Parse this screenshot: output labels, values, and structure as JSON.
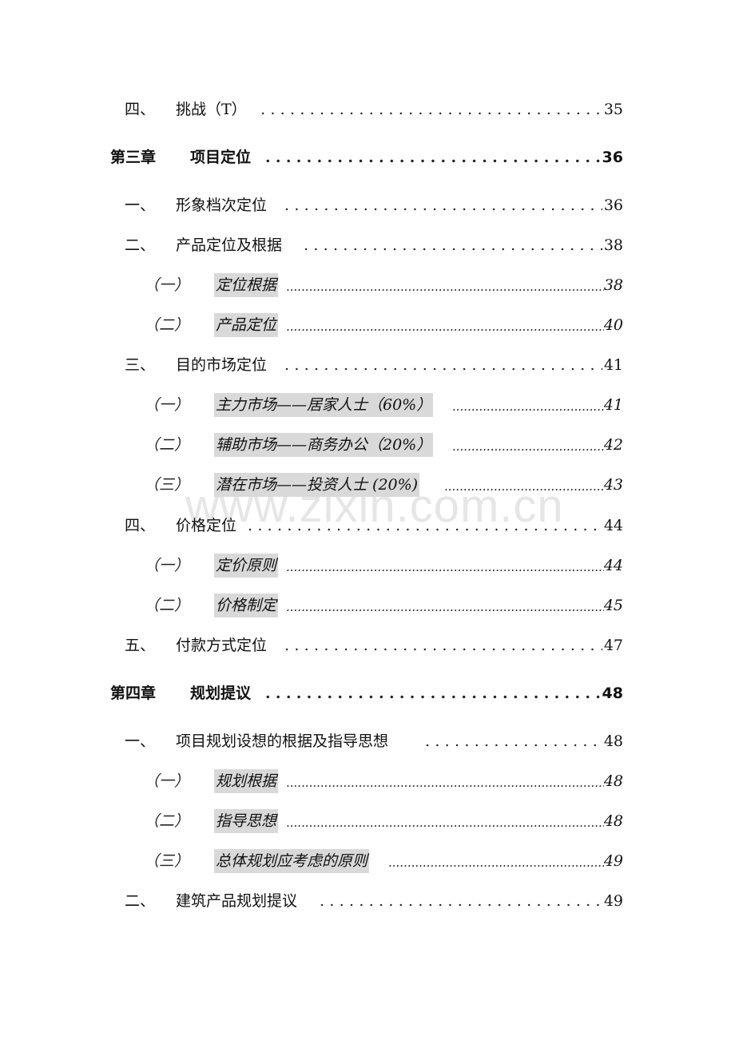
{
  "watermark": "www.zixin.com.cn",
  "toc": [
    {
      "level": "section",
      "num": "四、",
      "title": "挑战（T）",
      "page": "35"
    },
    {
      "level": "chapter",
      "num": "第三章",
      "title": "项目定位",
      "page": "36"
    },
    {
      "level": "section",
      "num": "一、",
      "title": "形象档次定位",
      "page": "36"
    },
    {
      "level": "section",
      "num": "二、",
      "title": "产品定位及根据",
      "page": "38"
    },
    {
      "level": "sub",
      "num": "（一）",
      "title": "定位根据",
      "page": "38"
    },
    {
      "level": "sub",
      "num": "（二）",
      "title": "产品定位",
      "page": "40"
    },
    {
      "level": "section",
      "num": "三、",
      "title": "目的市场定位",
      "page": "41"
    },
    {
      "level": "sub",
      "num": "（一）",
      "title": "主力市场——居家人士（60%）",
      "page": "41"
    },
    {
      "level": "sub",
      "num": "（二）",
      "title": "辅助市场——商务办公（20%）",
      "page": "42"
    },
    {
      "level": "sub",
      "num": "（三）",
      "title": "潜在市场——投资人士 (20%)",
      "page": "43"
    },
    {
      "level": "section",
      "num": "四、",
      "title": "价格定位",
      "page": "44"
    },
    {
      "level": "sub",
      "num": "（一）",
      "title": "定价原则",
      "page": "44"
    },
    {
      "level": "sub",
      "num": "（二）",
      "title": "价格制定",
      "page": "45"
    },
    {
      "level": "section",
      "num": "五、",
      "title": "付款方式定位",
      "page": "47"
    },
    {
      "level": "chapter",
      "num": "第四章",
      "title": "规划提议",
      "page": "48"
    },
    {
      "level": "section",
      "num": "一、",
      "title": "项目规划设想的根据及指导思想",
      "page": "48"
    },
    {
      "level": "sub",
      "num": "（一）",
      "title": "规划根据",
      "page": "48"
    },
    {
      "level": "sub",
      "num": "（二）",
      "title": "指导思想",
      "page": "48"
    },
    {
      "level": "sub",
      "num": "（三）",
      "title": "总体规划应考虑的原则",
      "page": "49"
    },
    {
      "level": "section",
      "num": "二、",
      "title": "建筑产品规划提议",
      "page": "49"
    }
  ],
  "colors": {
    "highlight": "#d9d9d9",
    "watermark": "#e6e6e6",
    "text": "#111111"
  }
}
